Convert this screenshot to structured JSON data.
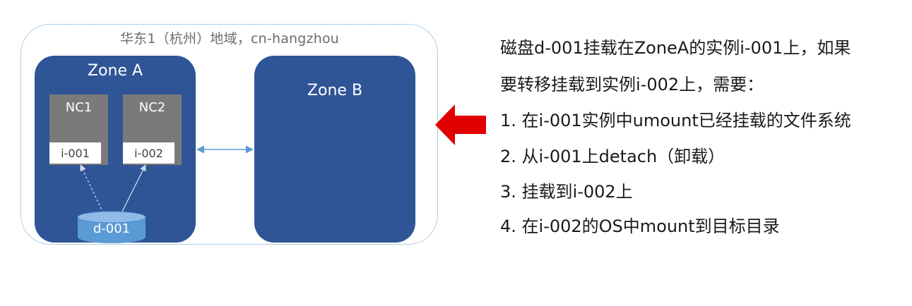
{
  "region": {
    "title": "华东1（杭州）地域，cn-hangzhou"
  },
  "zones": [
    {
      "label": "Zone A"
    },
    {
      "label": "Zone B"
    }
  ],
  "nodes": [
    {
      "label": "NC1",
      "instance": "i-001"
    },
    {
      "label": "NC2",
      "instance": "i-002"
    }
  ],
  "disk": {
    "label": "d-001"
  },
  "description": {
    "intro_line1": "磁盘d-001挂载在ZoneA的实例i-001上，如果",
    "intro_line2": "要转移挂载到实例i-002上，需要：",
    "steps": [
      "1.  在i-001实例中umount已经挂载的文件系统",
      "2.  从i-001上detach（卸载）",
      "3.  挂载到i-002上",
      "4.  在i-002的OS中mount到目标目录"
    ]
  },
  "colors": {
    "zone_fill": "#2f5597",
    "node_fill": "#7a7a7a",
    "disk_fill": "#5b9bd5",
    "arrow": "#e00000",
    "connector": "#5b9bd5"
  }
}
